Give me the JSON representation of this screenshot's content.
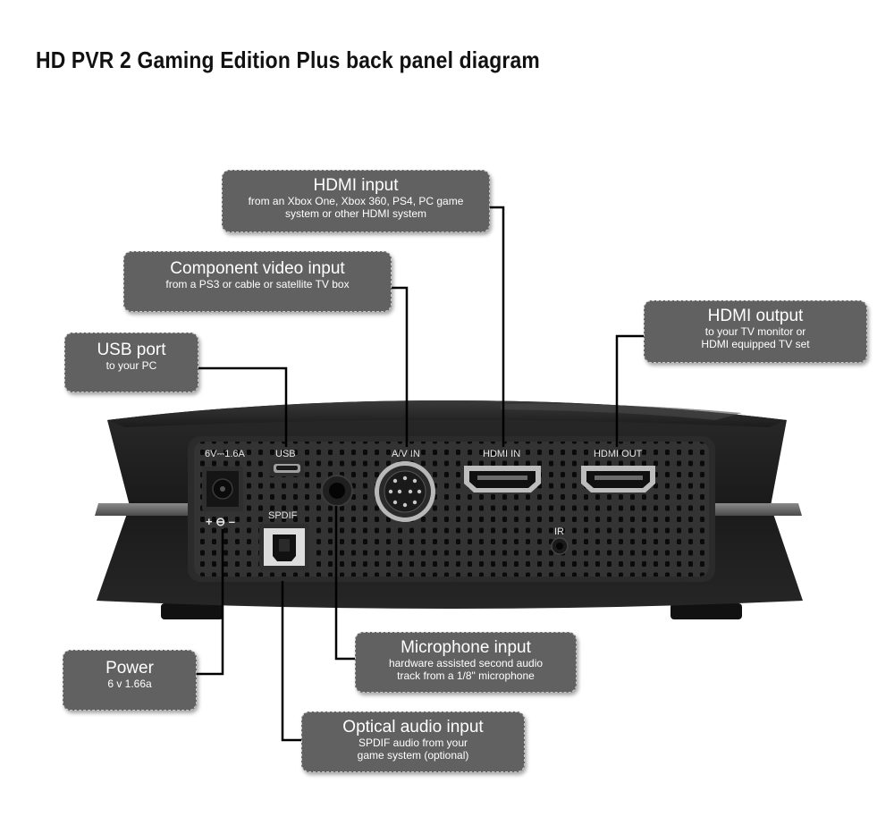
{
  "title": "HD PVR 2 Gaming Edition Plus back panel diagram",
  "panel_labels": {
    "power_rating": "6V⎓1.6A",
    "usb": "USB",
    "spdif": "SPDIF",
    "av_in": "A/V IN",
    "hdmi_in": "HDMI IN",
    "hdmi_out": "HDMI OUT",
    "ir": "IR",
    "polarity": "+ ⊖ –"
  },
  "callouts": {
    "hdmi_input": {
      "title": "HDMI input",
      "desc": "from an Xbox One, Xbox 360, PS4, PC game\nsystem or other HDMI system"
    },
    "component_video_input": {
      "title": "Component video input",
      "desc": "from a PS3 or cable or satellite TV box"
    },
    "usb_port": {
      "title": "USB port",
      "desc": "to your PC"
    },
    "hdmi_output": {
      "title": "HDMI output",
      "desc": "to your TV monitor or\nHDMI equipped TV set"
    },
    "microphone_input": {
      "title": "Microphone input",
      "desc": "hardware assisted second audio\ntrack from a 1/8\" microphone"
    },
    "power": {
      "title": "Power",
      "desc": "6 v  1.66a"
    },
    "optical_audio_input": {
      "title": "Optical audio input",
      "desc": "SPDIF audio from your\ngame system (optional)"
    }
  }
}
